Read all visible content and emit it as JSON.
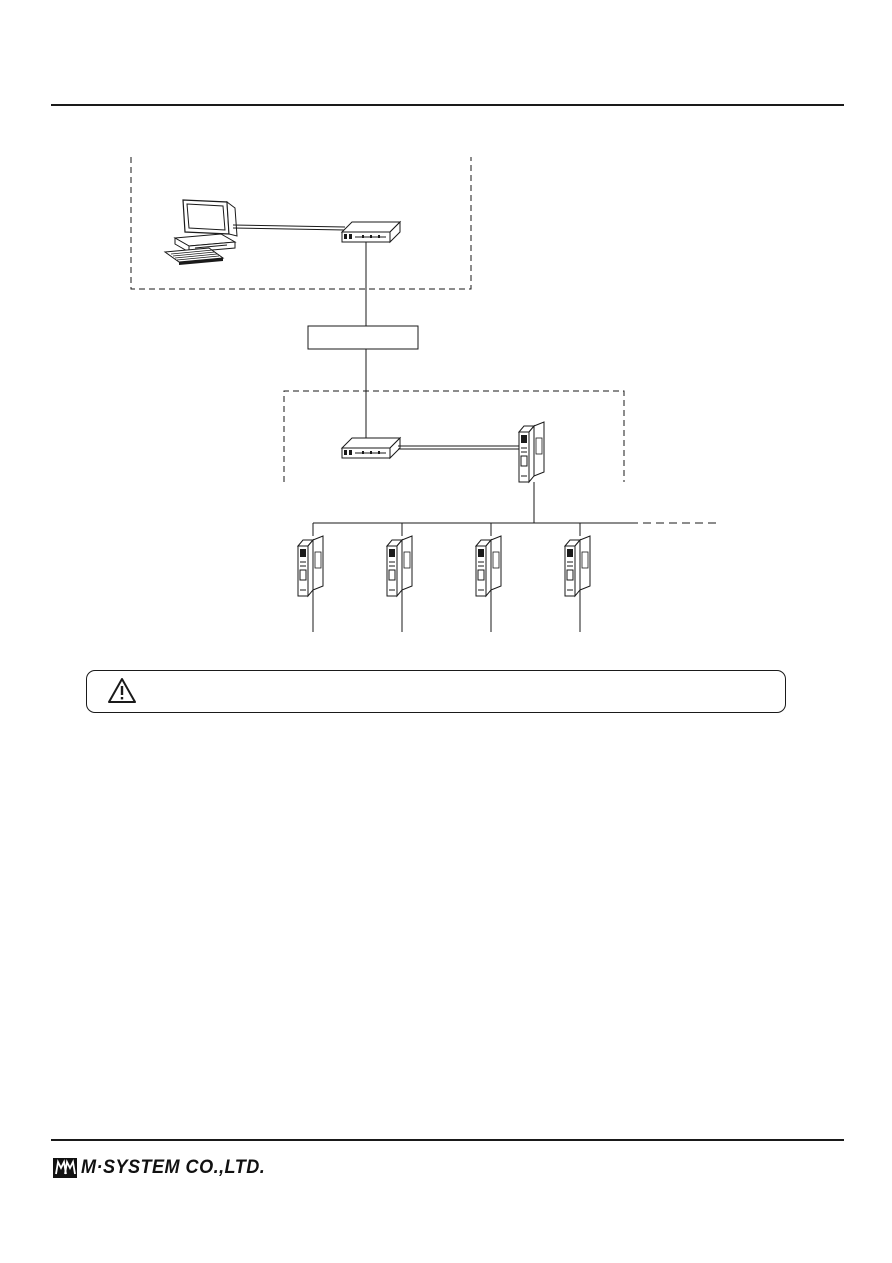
{
  "footer": {
    "company_name": "M·SYSTEM CO.,LTD."
  },
  "icons": {
    "warning": "warning-triangle-icon",
    "pc": "pc-workstation-icon",
    "hub": "network-hub-icon",
    "module": "io-module-icon",
    "logo": "m-system-logo-icon"
  },
  "diagram": {
    "nodes": [
      {
        "name": "pc-workstation",
        "kind": "computer"
      },
      {
        "name": "upper-hub",
        "kind": "hub"
      },
      {
        "name": "link-box",
        "kind": "box",
        "label": ""
      },
      {
        "name": "lower-hub",
        "kind": "hub"
      },
      {
        "name": "gateway-module",
        "kind": "module"
      },
      {
        "name": "field-module-1",
        "kind": "module"
      },
      {
        "name": "field-module-2",
        "kind": "module"
      },
      {
        "name": "field-module-3",
        "kind": "module"
      },
      {
        "name": "field-module-4",
        "kind": "module"
      }
    ],
    "field_module_count": 4,
    "bus_continues": true
  }
}
